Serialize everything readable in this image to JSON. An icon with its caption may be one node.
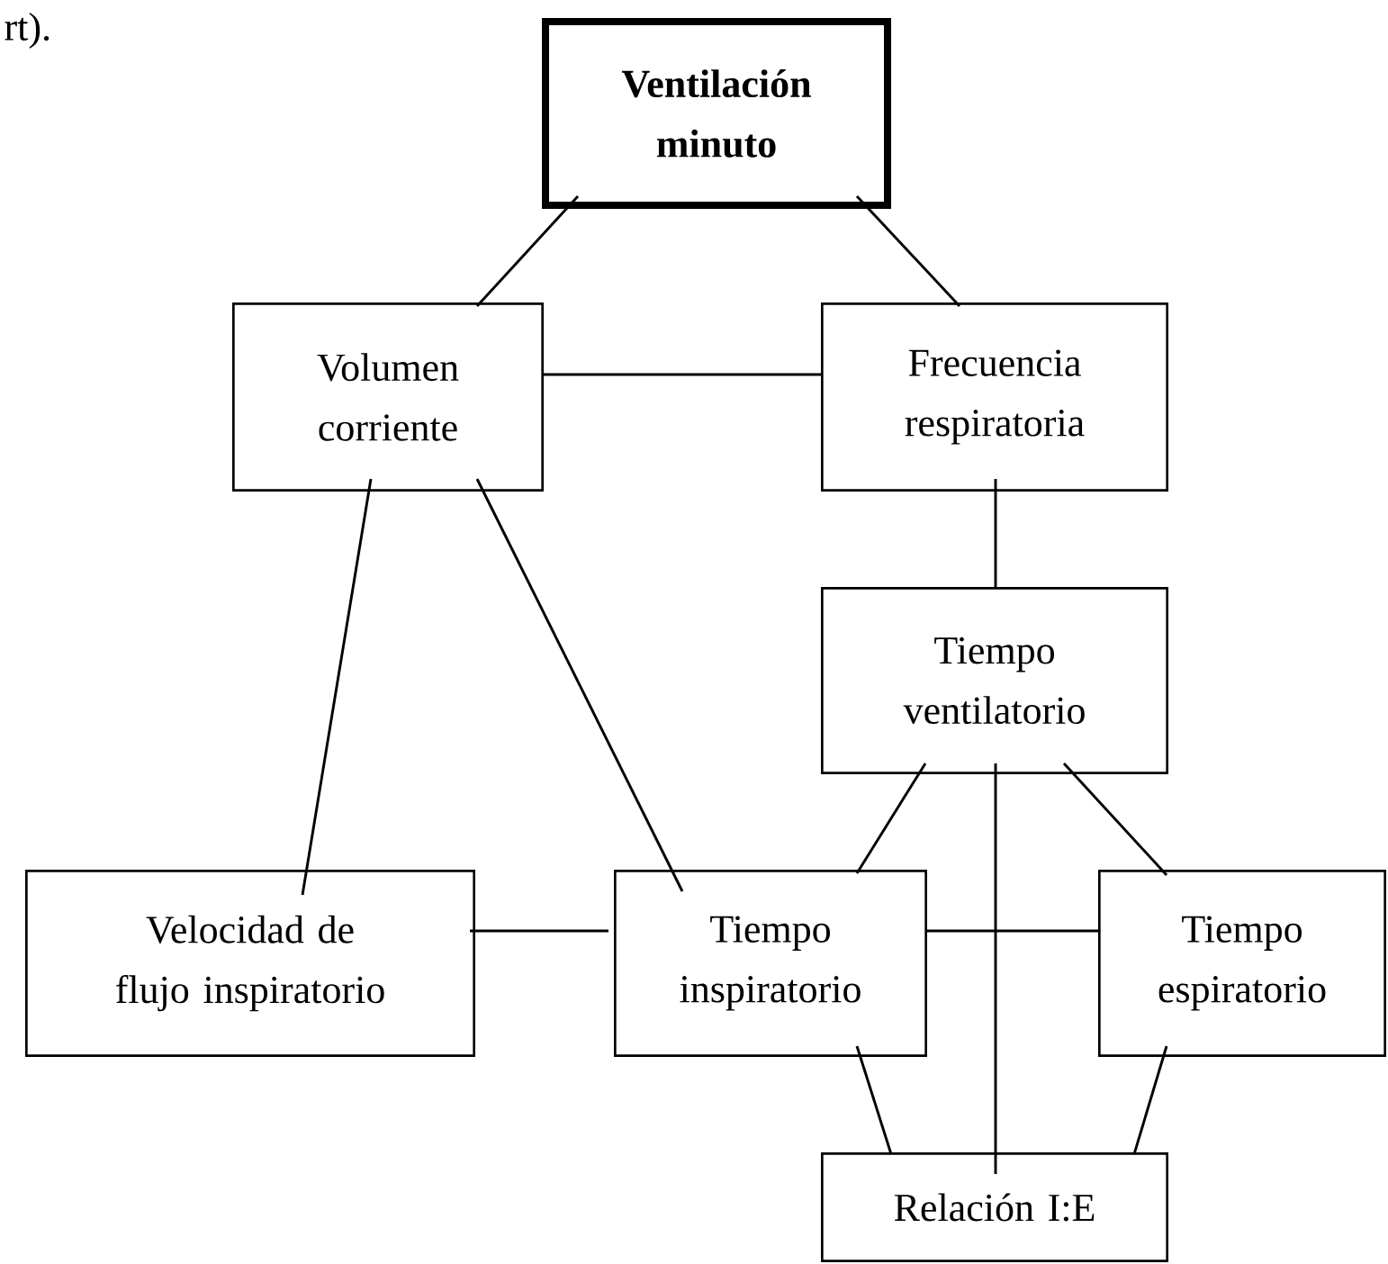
{
  "diagram": {
    "nodes": [
      {
        "text": [
          "Ventilación minuto"
        ]
      },
      {
        "text": [
          "Volumen corriente"
        ]
      },
      {
        "text": [
          "Frecuencia respiratoria"
        ]
      },
      {
        "text": [
          "Tiempo ventilatorio"
        ]
      },
      {
        "text": [
          "Velocidad de flujo inspiratorio"
        ]
      },
      {
        "text": [
          "Tiempo inspiratorio"
        ]
      },
      {
        "text": [
          "Tiempo espiratorio"
        ]
      },
      {
        "text": [
          "Relación I:E"
        ]
      }
    ],
    "edges": [
      {
        "from": 0,
        "to": 1,
        "arrow": "none"
      },
      {
        "from": 0,
        "to": 2,
        "arrow": "none"
      },
      {
        "from": 1,
        "to": 2,
        "arrow": "none"
      },
      {
        "from": 2,
        "to": 3,
        "arrow": "none"
      },
      {
        "from": 1,
        "to": 4,
        "arrow": "none"
      },
      {
        "from": 1,
        "to": 5,
        "arrow": "none"
      },
      {
        "from": 4,
        "to": 5,
        "arrow": "none"
      },
      {
        "from": 3,
        "to": 5,
        "arrow": "none"
      },
      {
        "from": 3,
        "to": 6,
        "arrow": "none"
      },
      {
        "from": 3,
        "to": 7,
        "arrow": "none"
      },
      {
        "from": 5,
        "to": 6,
        "arrow": "none"
      },
      {
        "from": 5,
        "to": 7,
        "arrow": "none"
      },
      {
        "from": 6,
        "to": 7,
        "arrow": "none"
      }
    ],
    "labels": [
      "rt)."
    ]
  }
}
